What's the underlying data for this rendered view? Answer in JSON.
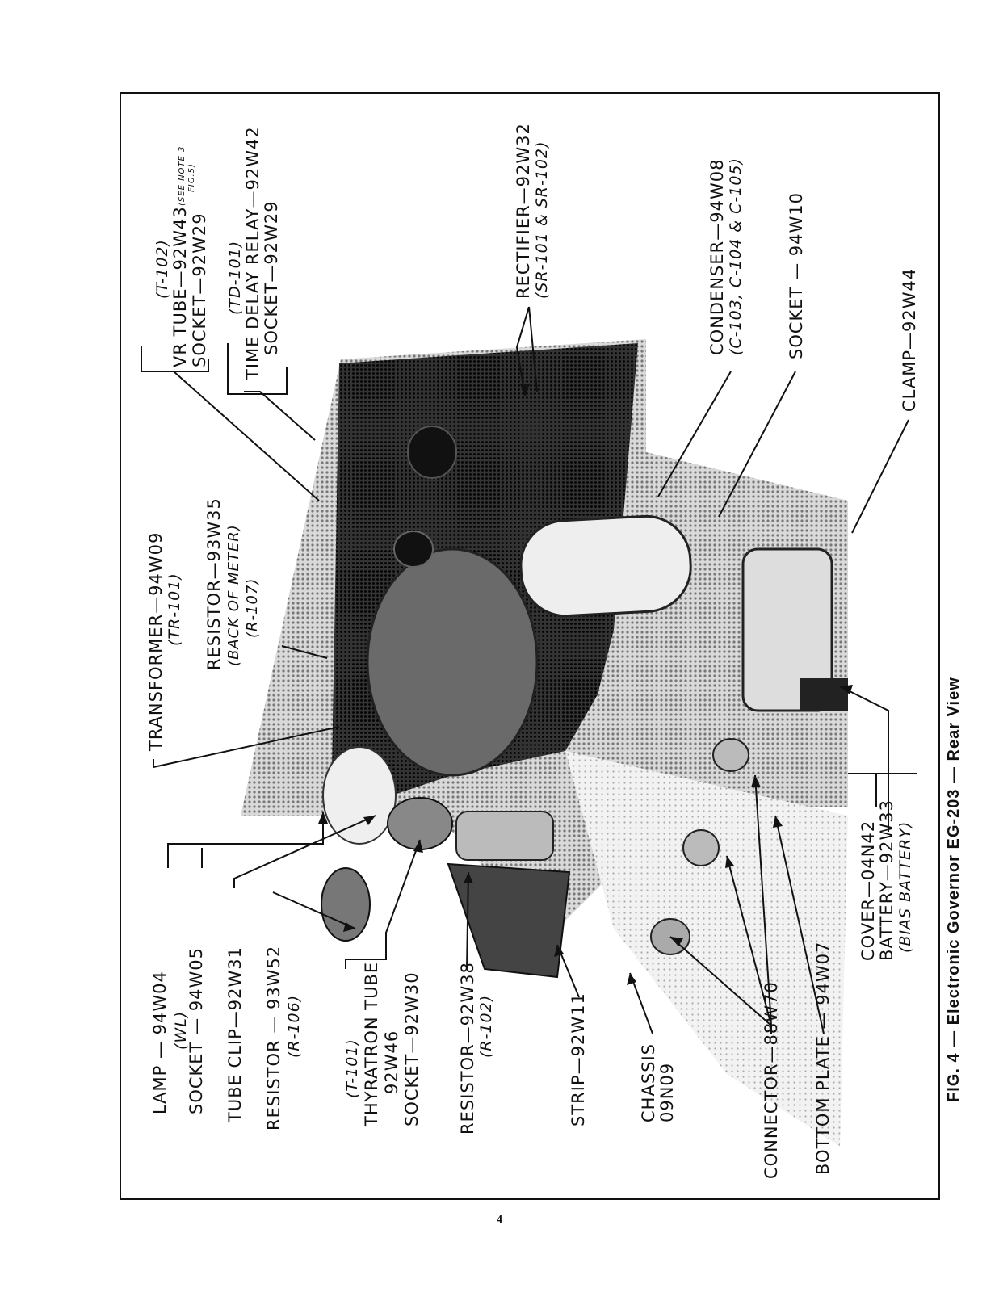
{
  "caption": "FIG. 4 — Electronic Governor EG-203 — Rear View",
  "page_number": "4",
  "labels": {
    "lamp": [
      "LAMP — 94W04",
      "(WL)",
      "SOCKET — 94W05"
    ],
    "tube_clip": "TUBE CLIP—92W31",
    "resistor_106": [
      "RESISTOR — 93W52",
      "(R-106)"
    ],
    "thyratron": [
      "(T-101)",
      "THYRATRON TUBE",
      "92W46",
      "SOCKET—92W30"
    ],
    "resistor_102": [
      "RESISTOR—92W38",
      "(R-102)"
    ],
    "strip": "STRIP—92W11",
    "chassis": [
      "CHASSIS",
      "09N09"
    ],
    "connector": "CONNECTOR—88W70",
    "bottom_plate": "BOTTOM PLATE — 94W07",
    "cover_battery": [
      "COVER—04N42",
      "BATTERY—92W33",
      "(BIAS BATTERY)"
    ],
    "clamp": "CLAMP—92W44",
    "socket_10": "SOCKET — 94W10",
    "condenser": [
      "CONDENSER—94W08",
      "(C-103, C-104 & C-105)"
    ],
    "rectifier": [
      "RECTIFIER—92W32",
      "(SR-101 & SR-102)"
    ],
    "time_delay": [
      "(TD-101)",
      "TIME DELAY RELAY—92W42",
      "SOCKET—92W29"
    ],
    "vr_tube": [
      "(T-102)",
      "VR TUBE—92W43",
      "SOCKET—92W29"
    ],
    "vr_note": [
      "(SEE NOTE 3",
      "FIG.5)"
    ],
    "transformer": [
      "TRANSFORMER—94W09",
      "(TR-101)"
    ],
    "resistor_107": [
      "RESISTOR—93W35",
      "(BACK OF METER)",
      "(R-107)"
    ]
  }
}
